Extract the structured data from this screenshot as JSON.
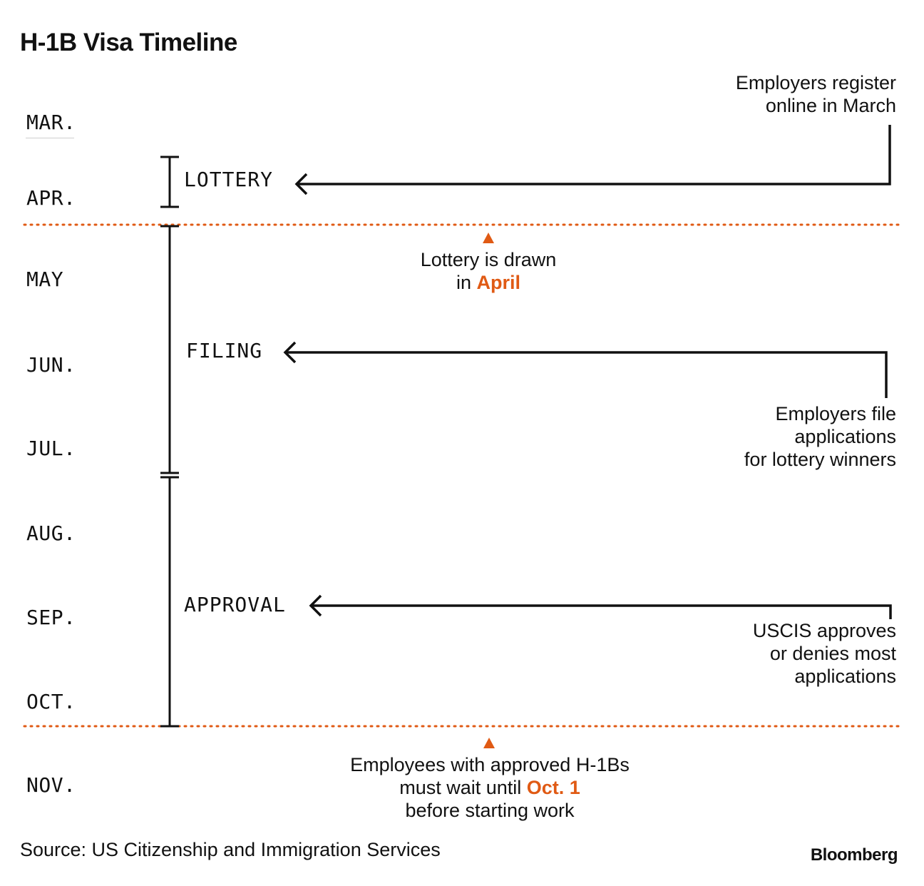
{
  "title": "H-1B Visa Timeline",
  "months": [
    "MAR.",
    "APR.",
    "MAY",
    "JUN.",
    "JUL.",
    "AUG.",
    "SEP.",
    "OCT.",
    "NOV."
  ],
  "phases": {
    "lottery": "LOTTERY",
    "filing": "FILING",
    "approval": "APPROVAL"
  },
  "notes": {
    "register": [
      "Employers register",
      "online in March"
    ],
    "file": [
      "Employers file",
      "applications",
      "for lottery winners"
    ],
    "approve": [
      "USCIS approves",
      "or denies most",
      "applications"
    ]
  },
  "markers": {
    "april": {
      "pre": "in ",
      "highlight": "April",
      "line1": "Lottery is drawn"
    },
    "oct": {
      "line1": "Employees with approved H-1Bs",
      "pre": "must wait until ",
      "highlight": "Oct. 1",
      "line3": "before starting work"
    }
  },
  "accent_color": "#e05a14",
  "source": "Source: US Citizenship and Immigration Services",
  "brand": "Bloomberg"
}
